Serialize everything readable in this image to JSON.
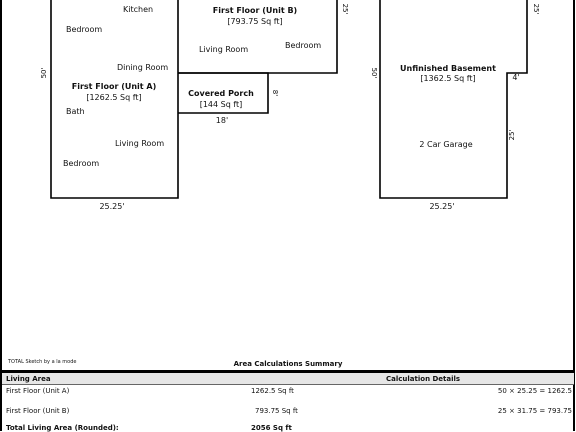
{
  "plan": {
    "unit_a": {
      "title": "First Floor (Unit A)",
      "area": "[1262.5 Sq ft]",
      "rooms": [
        "Kitchen",
        "Bedroom",
        "Dining Room",
        "Bath",
        "Living Room",
        "Bedroom"
      ],
      "dim_height": "50'",
      "dim_width": "25.25'"
    },
    "unit_b": {
      "title": "First Floor (Unit B)",
      "area": "[793.75 Sq ft]",
      "rooms": [
        "Living Room",
        "Bedroom"
      ],
      "dim_height": "25'"
    },
    "porch": {
      "title": "Covered Porch",
      "area": "[144 Sq ft]",
      "dim_height": "8'",
      "dim_width": "18'"
    },
    "basement": {
      "title": "Unfinished Basement",
      "area": "[1362.5 Sq ft]",
      "room": "2 Car Garage",
      "dim_height": "50'",
      "dim_width": "25.25'",
      "dim_top_right": "25'",
      "dim_notch": "4'",
      "dim_lower_right": "25'"
    }
  },
  "summary": {
    "credit": "TOTAL Sketch by a la mode",
    "title": "Area Calculations Summary",
    "header_left": "Living Area",
    "header_right": "Calculation Details",
    "rows": [
      {
        "name": "First Floor (Unit A)",
        "area": "1262.5 Sq ft",
        "calc": "50 × 25.25 = 1262.5"
      },
      {
        "name": "First Floor (Unit B)",
        "area": "793.75 Sq ft",
        "calc": "25 × 31.75 = 793.75"
      }
    ],
    "total_label": "Total Living Area (Rounded):",
    "total_value": "2056 Sq ft"
  }
}
